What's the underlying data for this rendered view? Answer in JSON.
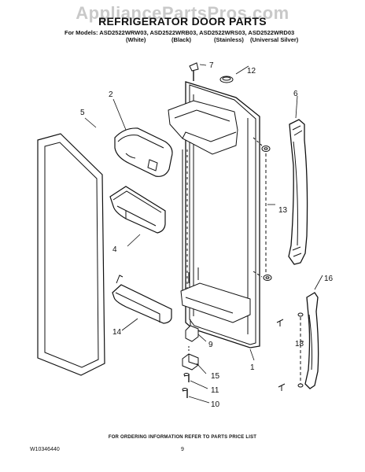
{
  "header": {
    "watermark": "AppliancePartsPros.com",
    "title": "REFRIGERATOR DOOR PARTS",
    "models_line": "For Models: ASD2522WRW03, ASD2522WRB03, ASD2522WRS03, ASD2522WRD03",
    "colors": [
      "(White)",
      "(Black)",
      "(Stainless)",
      "(Universal Silver)"
    ]
  },
  "callouts": [
    "1",
    "2",
    "4",
    "5",
    "6",
    "7",
    "9",
    "10",
    "11",
    "12",
    "13",
    "14",
    "15",
    "16",
    "18"
  ],
  "footer": {
    "ordering_note": "FOR ORDERING INFORMATION REFER TO PARTS PRICE LIST",
    "doc_number": "W10346440",
    "page_number": "9"
  }
}
